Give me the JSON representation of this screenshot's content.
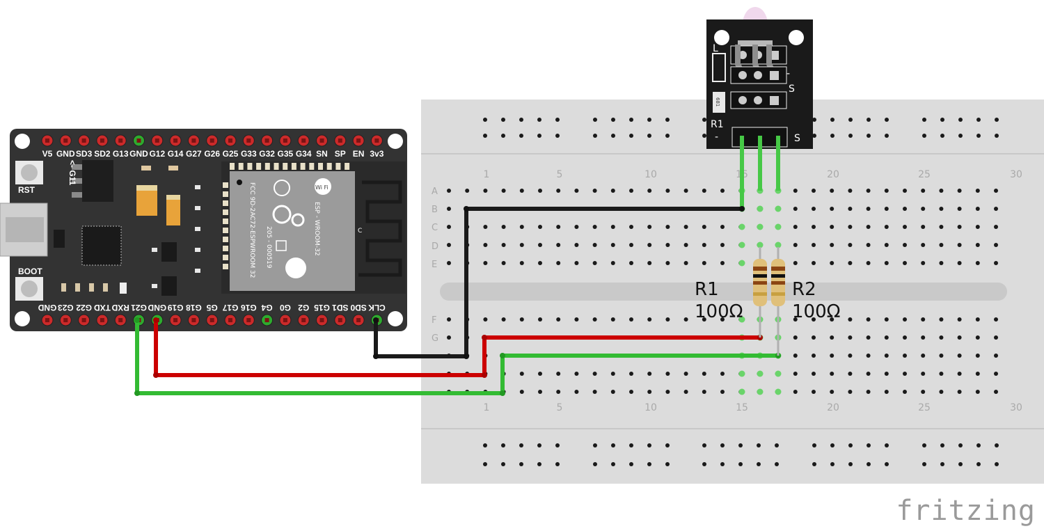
{
  "colors": {
    "breadboard": "#dcdcdc",
    "board": "#333333",
    "wire_gnd": "#1a1a1a",
    "wire_red": "#cc0000",
    "wire_green": "#33bb33",
    "pin_red": "#cc2a2a",
    "pin_green": "#2eaa2e"
  },
  "esp32": {
    "top_labels": [
      "V5",
      "GND",
      "SD3",
      "SD2",
      "G13",
      "GND",
      "G12",
      "G14",
      "G27",
      "G26",
      "G25",
      "G33",
      "G32",
      "G35",
      "G34",
      "SN",
      "SP",
      "EN",
      "3v3"
    ],
    "bottom_labels": [
      "CLK",
      "SD0",
      "SD1",
      "G15",
      "G2",
      "G0",
      "G4",
      "G16",
      "G17",
      "G5",
      "G18",
      "G19",
      "GND",
      "G21",
      "RXD",
      "TXD",
      "G22",
      "G23",
      "GND"
    ],
    "btn_rst": "RST",
    "btn_boot": "BOOT",
    "g11_label": "<- G11",
    "chip_lines": [
      "FCC 9D-2AC72-ESPWROOM 32",
      "205 - 000519"
    ],
    "chip_title": "ESP - WROOM-32",
    "wifi_text": "Wi Fi",
    "c_mark": "C"
  },
  "breadboard": {
    "column_numbers": [
      "1",
      "5",
      "10",
      "15",
      "20",
      "25",
      "30"
    ],
    "rows_top": [
      "A",
      "B",
      "C",
      "D",
      "E"
    ],
    "rows_bottom": [
      "F",
      "G"
    ]
  },
  "resistors": [
    {
      "name": "R1",
      "value": "100Ω"
    },
    {
      "name": "R2",
      "value": "100Ω"
    }
  ],
  "module": {
    "label_l": "L",
    "label_r1": "R1",
    "label_s_small": "S",
    "label_s": "S",
    "label_minus": "-",
    "smd_text": "681"
  },
  "logo": "fritzing"
}
